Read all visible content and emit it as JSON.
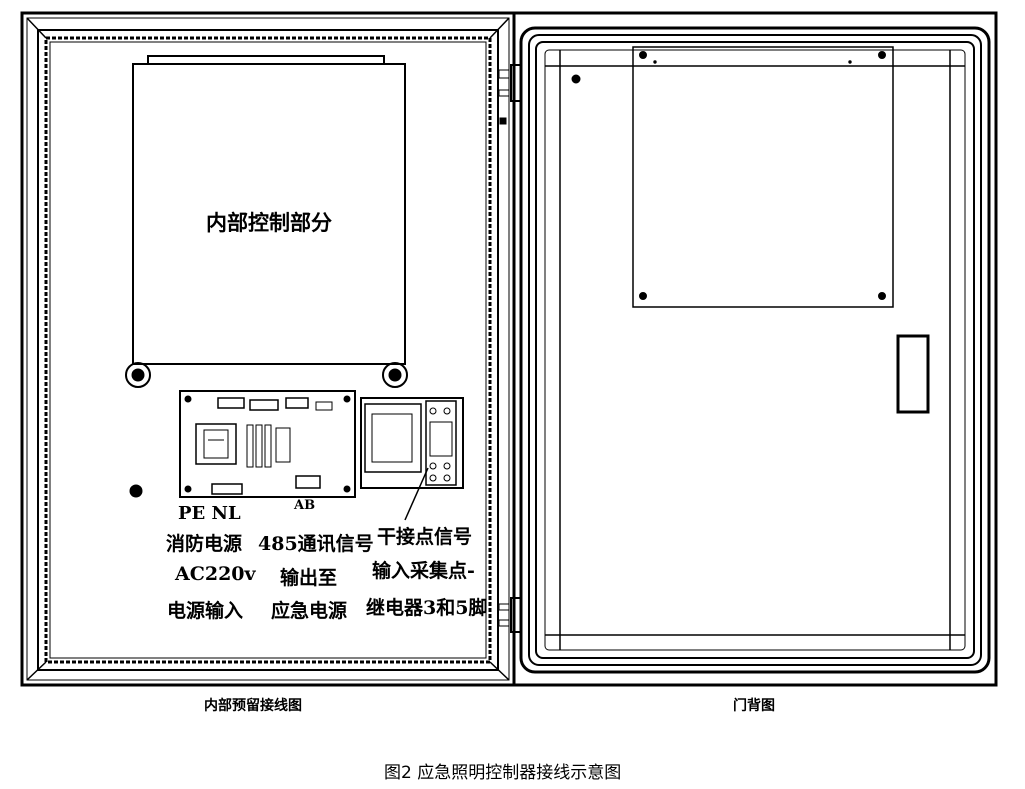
{
  "labels": {
    "internal_control": "内部控制部分",
    "pe_nl": "PE NL",
    "fire_power": "消防电源",
    "ac220": "AC220v",
    "power_input": "电源输入",
    "ab": "AB",
    "rs485": "485通讯信号",
    "output_to": "输出至",
    "emergency_power": "应急电源",
    "dry_contact": "干接点信号",
    "input_collect": "输入采集点-",
    "relay_pins": "继电器3和5脚"
  },
  "views": {
    "internal_title": "内部预留接线图",
    "door_title": "门背图"
  },
  "figure_caption": "图2  应急照明控制器接线示意图"
}
